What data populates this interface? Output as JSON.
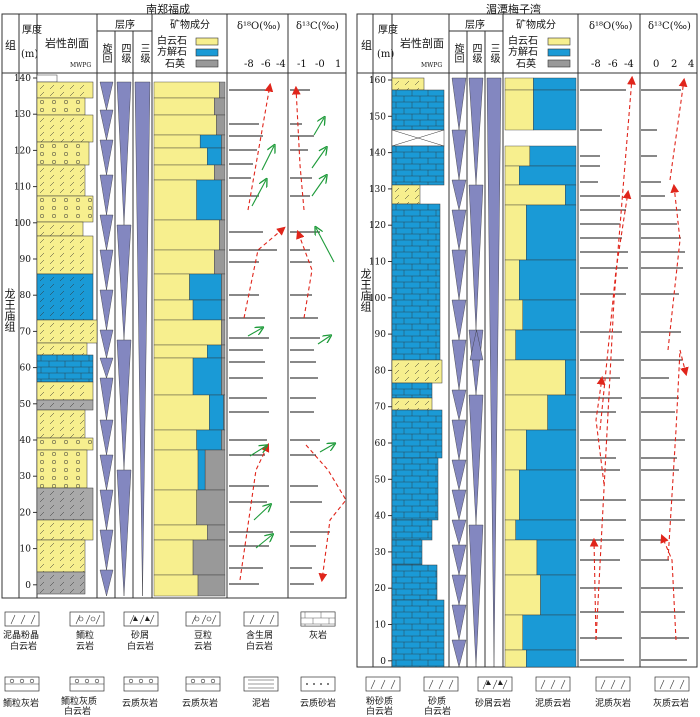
{
  "left": {
    "title": "南郑福成",
    "headers": {
      "group": "组",
      "thickness": "厚度",
      "thickness_unit": "(m)",
      "lithology": "岩性剖面",
      "mwpg": "MWPG",
      "sequence": "层序",
      "cycle": "旋回",
      "fourth": "四级",
      "third": "三级",
      "minerals": "矿物成分",
      "d18o": "δ¹⁸O(‰)",
      "d13c": "δ¹³C(‰)"
    },
    "mineral_legend": [
      "白云石",
      "方解石",
      "石英"
    ],
    "formation": "龙王庙组",
    "depth_ticks": [
      "140",
      "130",
      "120",
      "110",
      "100",
      "90",
      "80",
      "70",
      "60",
      "50",
      "40",
      "30",
      "20",
      "10",
      "0"
    ],
    "d18o_ticks": [
      "-8",
      "-6",
      "-4"
    ],
    "d13c_ticks": [
      "-1",
      "-0",
      "1"
    ]
  },
  "right": {
    "title": "湄潭梅子湾",
    "headers": {
      "group": "组",
      "thickness": "厚度",
      "thickness_unit": "(m)",
      "lithology": "岩性剖面",
      "mwpg": "MWPG",
      "sequence": "层序",
      "cycle": "旋回",
      "fourth": "四级",
      "third": "三级",
      "minerals": "矿物成分",
      "d18o": "δ¹⁸O(‰)",
      "d13c": "δ¹³C(‰)"
    },
    "mineral_legend": [
      "白云石",
      "方解石",
      "石英"
    ],
    "formation": "龙王庙组",
    "depth_ticks": [
      "160",
      "150",
      "140",
      "130",
      "120",
      "110",
      "100",
      "90",
      "80",
      "70",
      "60",
      "50",
      "40",
      "30",
      "20",
      "10",
      "0"
    ],
    "d18o_ticks": [
      "-8",
      "-6",
      "-4"
    ],
    "d13c_ticks": [
      "0",
      "2",
      "4"
    ]
  },
  "legend_row1": [
    {
      "key": "mudcrystal-dolomite",
      "l1": "泥晶粉晶",
      "l2": "白云岩"
    },
    {
      "key": "oolitic-dolomite",
      "l1": "鲕粒",
      "l2": "云岩"
    },
    {
      "key": "sandy-dolomite",
      "l1": "砂屑",
      "l2": "白云岩"
    },
    {
      "key": "pisolite-dolomite",
      "l1": "豆粒",
      "l2": "云岩"
    },
    {
      "key": "gypsum-dolomite",
      "l1": "含生屑",
      "l2": "白云岩"
    },
    {
      "key": "limestone",
      "l1": "灰岩",
      "l2": ""
    }
  ],
  "legend_row2": [
    {
      "key": "oolitic-limestone",
      "l1": "鲕粒灰岩",
      "l2": ""
    },
    {
      "key": "oolitic-lime-dolomite",
      "l1": "鲕粒灰质",
      "l2": "白云岩"
    },
    {
      "key": "dolomitic-limestone",
      "l1": "云质灰岩",
      "l2": ""
    },
    {
      "key": "limy-dolomite",
      "l1": "云质灰岩",
      "l2": ""
    },
    {
      "key": "mudstone",
      "l1": "泥岩",
      "l2": ""
    },
    {
      "key": "dolomitic-sandstone",
      "l1": "云质砂岩",
      "l2": ""
    }
  ],
  "legend_row3": [
    {
      "key": "silty-dolomite",
      "l1": "粉砂质",
      "l2": "白云岩"
    },
    {
      "key": "sandy-dolomite2",
      "l1": "砂质",
      "l2": "白云岩"
    },
    {
      "key": "sandy-bio-dolomite",
      "l1": "砂屑云岩",
      "l2": ""
    },
    {
      "key": "muddy-dolomite",
      "l1": "泥质云岩",
      "l2": ""
    },
    {
      "key": "muddy-limestone",
      "l1": "泥质灰岩",
      "l2": ""
    },
    {
      "key": "limy-dolomite2",
      "l1": "灰质云岩",
      "l2": ""
    }
  ],
  "colors": {
    "dolomite": "#f7ef8e",
    "calcite": "#1a9ad6",
    "quartz": "#999999",
    "sequence": "#8387c0",
    "arrow": "#e0251b",
    "green": "#1e9b3a"
  }
}
